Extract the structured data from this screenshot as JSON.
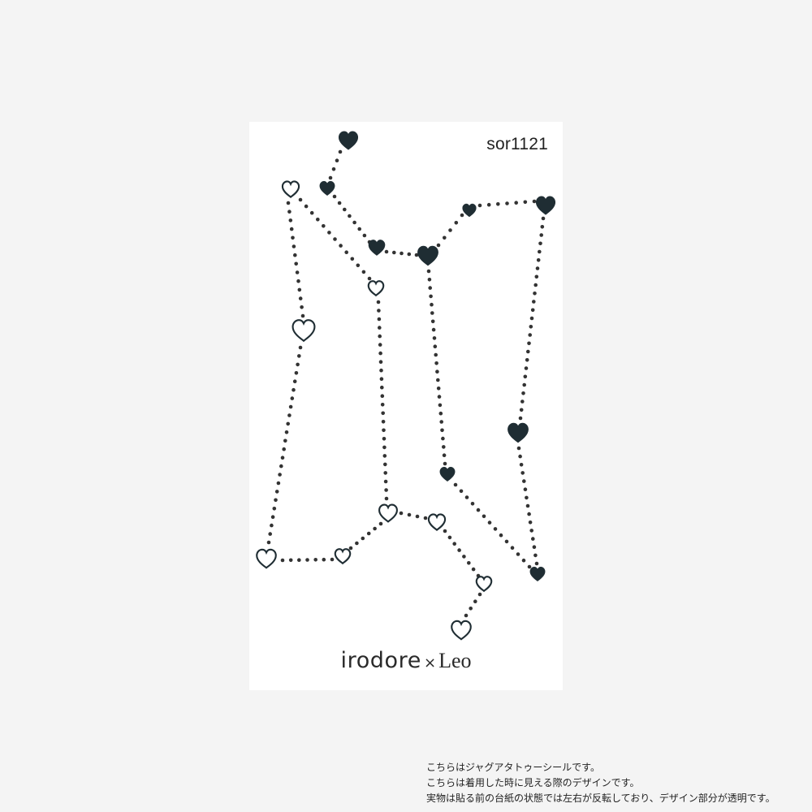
{
  "card": {
    "product_code": "sor1121",
    "brand_name": "irodore",
    "brand_separator": "×",
    "brand_partner": "Leo"
  },
  "notes": [
    "こちらはジャグアタトゥーシールです。",
    "こちらは着用した時に見える際のデザインです。",
    "実物は貼る前の台紙の状態では左右が反転しており、デザイン部分が透明です。"
  ],
  "colors": {
    "page_background": "#f4f4f4",
    "card_background": "#ffffff",
    "ink": "#1f2d33",
    "dots": "#333333"
  },
  "icons": [
    "filled-heart-icon",
    "outline-heart-icon"
  ]
}
